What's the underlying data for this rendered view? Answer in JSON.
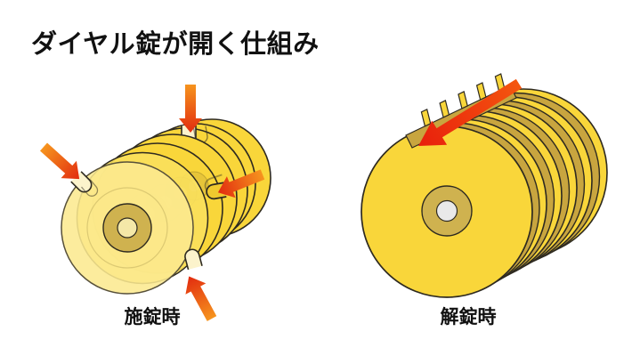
{
  "title": "ダイヤル錠が開く仕組み",
  "figures": {
    "locked": {
      "label": "施錠時"
    },
    "unlocked": {
      "label": "解錠時"
    }
  },
  "icons": {
    "pressure_arrow": "orange-to-red gradient arrow pressing on a misaligned notch",
    "unlock_path_arrow": "red arrow sliding through the aligned notch channel"
  },
  "colors": {
    "background": "#ffffff",
    "disc_yellow": "#f9d63a",
    "disc_mid": "#fae05c",
    "disc_front": "#fce98f",
    "disc_side_olive": "#c8a53f",
    "hub_khaki": "#cfb24f",
    "hub_hole_left": "#f4e8a8",
    "hub_hole_right": "#e9e9e9",
    "outline": "#2e2a20",
    "notch_pale": "#fcf3cc",
    "arrow_orange": "#f6941e",
    "arrow_red": "#e22b0f",
    "title_color": "#111111"
  }
}
